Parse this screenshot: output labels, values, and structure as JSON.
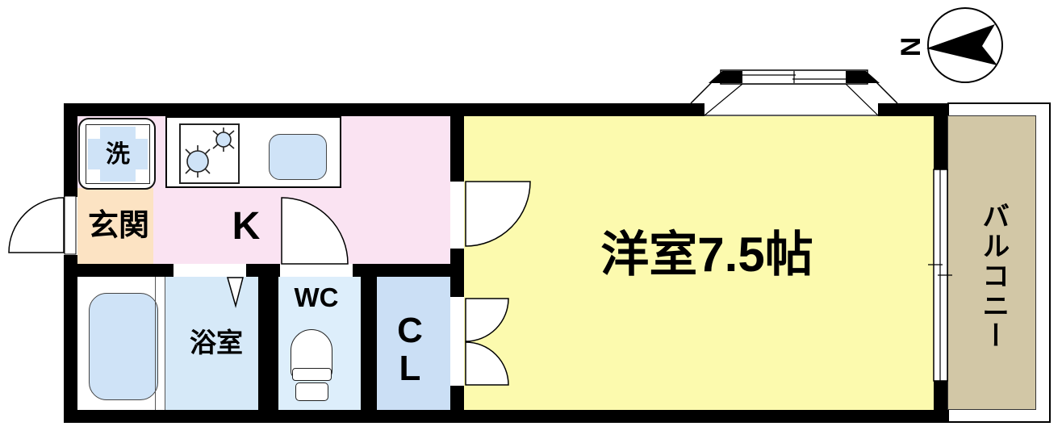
{
  "floorplan": {
    "compass": {
      "label": "N"
    },
    "rooms": {
      "kitchen": {
        "label": "K"
      },
      "entrance": {
        "label": "玄関"
      },
      "washer": {
        "label": "洗"
      },
      "bathroom": {
        "label": "浴室"
      },
      "toilet_room": {
        "label": "WC"
      },
      "closet": {
        "line1": "C",
        "line2": "L"
      },
      "main_room": {
        "label": "洋室7.5帖"
      },
      "balcony": {
        "label": "バルコニー"
      }
    },
    "colors": {
      "wall": "#000000",
      "kitchen": "#fae3f2",
      "entrance": "#fce3c3",
      "main_room": "#fcfaae",
      "bathroom": "#d6e9f8",
      "toilet_room": "#ddeefb",
      "closet": "#cbdff5",
      "balcony": "#d2c7a6",
      "fixture": "#cfe3f7"
    }
  }
}
